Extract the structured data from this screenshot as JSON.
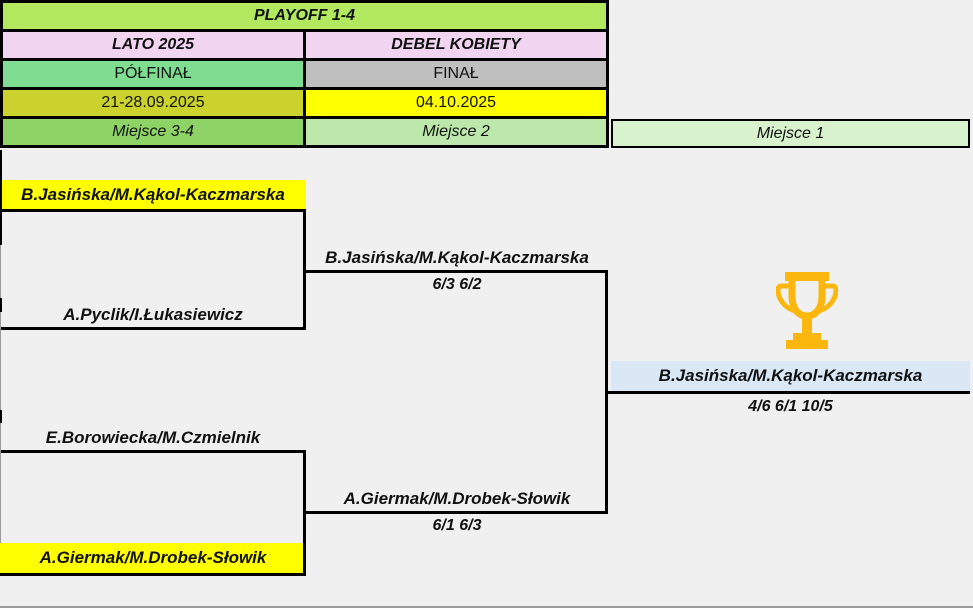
{
  "colors": {
    "page_bg": "#F0F0F0",
    "title_green": "#B2E95F",
    "pink": "#F0D4F0",
    "semifinal_green": "#7EDD90",
    "final_gray": "#BFBFBF",
    "semifinal_dates_olive": "#CBD22D",
    "final_date_yellow": "#FFFF00",
    "place34_green": "#8ED366",
    "place2_green": "#BDE8AC",
    "place1_green": "#D9F2CE",
    "team_highlight_yellow": "#FFFF00",
    "champion_blue": "#DAE8F6",
    "trophy_gold": "#FBB70D"
  },
  "icons": {
    "trophy": "trophy-icon"
  },
  "header": {
    "title": "PLAYOFF 1-4",
    "season": "LATO 2025",
    "category": "DEBEL KOBIETY",
    "semifinal_label": "PÓŁFINAŁ",
    "final_label": "FINAŁ",
    "semifinal_dates": "21-28.09.2025",
    "final_date": "04.10.2025",
    "place_3_4": "Miejsce 3-4",
    "place_2": "Miejsce 2",
    "place_1": "Miejsce 1"
  },
  "bracket": {
    "semifinal_1": {
      "team_top": "B.Jasińska/M.Kąkol-Kaczmarska",
      "team_bottom": "A.Pyclik/I.Łukasiewicz",
      "winner": "B.Jasińska/M.Kąkol-Kaczmarska",
      "score": "6/3 6/2"
    },
    "semifinal_2": {
      "team_top": "E.Borowiecka/M.Czmielnik",
      "team_bottom": "A.Giermak/M.Drobek-Słowik",
      "winner": "A.Giermak/M.Drobek-Słowik",
      "score": "6/1 6/3"
    },
    "final": {
      "champion": "B.Jasińska/M.Kąkol-Kaczmarska",
      "score": "4/6 6/1 10/5"
    }
  }
}
